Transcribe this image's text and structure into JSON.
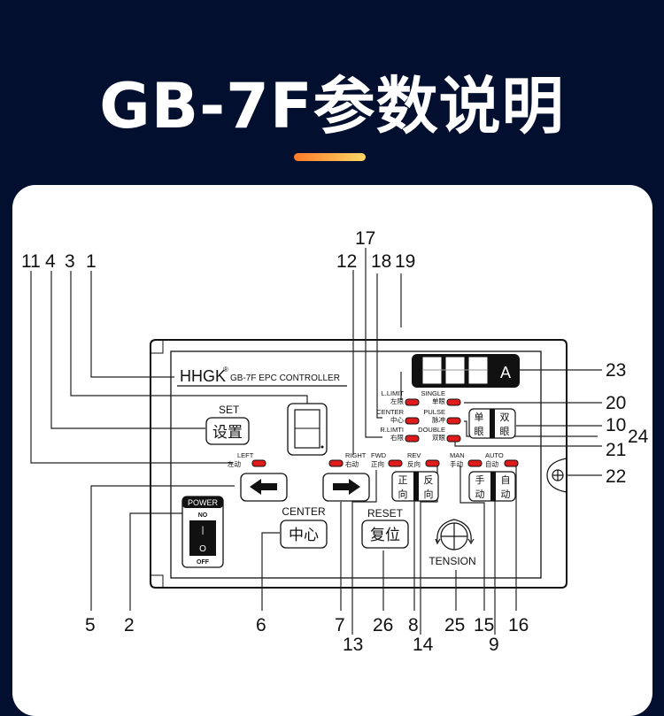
{
  "header": {
    "title": "GB-7F参数说明",
    "accent_gradient": [
      "#ff7a2a",
      "#ffd766"
    ],
    "background": "#020f2e"
  },
  "panel": {
    "brand": "HHGK",
    "registered": "®",
    "model": "GB-7F EPC CONTROLLER",
    "set_label": "SET",
    "set_button": "设置",
    "left_label_en": "LEFT",
    "left_label_cn": "左动",
    "right_label_en": "RIGHT",
    "right_label_cn": "右动",
    "fwd_label_en": "FWD",
    "fwd_label_cn": "正向",
    "rev_label_en": "REV",
    "rev_label_cn": "反向",
    "man_label_en": "MAN",
    "man_label_cn": "手动",
    "auto_label_en": "AUTO",
    "auto_label_cn": "自动",
    "llimit_en": "L.LIMIT",
    "llimit_cn": "左限",
    "center_ind_en": "CENTER",
    "center_ind_cn": "中心",
    "rlimit_en": "R.LIMTI",
    "rlimit_cn": "右限",
    "single_en": "SINGLE",
    "single_cn": "单眼",
    "pulse_en": "PULSE",
    "pulse_cn": "脉冲",
    "double_en": "DOUBLE",
    "double_cn": "双眼",
    "single_btn": [
      "单",
      "眼"
    ],
    "double_btn": [
      "双",
      "眼"
    ],
    "fwd_btn": [
      "正",
      "向"
    ],
    "rev_btn": [
      "反",
      "向"
    ],
    "man_btn": [
      "手",
      "动"
    ],
    "auto_btn": [
      "自",
      "动"
    ],
    "display_unit": "A",
    "power_label": "POWER",
    "power_on": "NO",
    "power_off": "OFF",
    "power_on_symbol": "|",
    "power_off_symbol": "O",
    "center_label": "CENTER",
    "center_button": "中心",
    "reset_label": "RESET",
    "reset_button": "复位",
    "tension_label": "TENSION",
    "led_color": "#e01b1b"
  },
  "callouts": {
    "top": [
      "11",
      "4",
      "3",
      "1",
      "12",
      "17",
      "18",
      "19"
    ],
    "right": [
      "23",
      "20",
      "10",
      "24",
      "21",
      "22"
    ],
    "bottom": [
      "5",
      "2",
      "6",
      "7",
      "13",
      "26",
      "8",
      "14",
      "25",
      "15",
      "9",
      "16"
    ]
  }
}
